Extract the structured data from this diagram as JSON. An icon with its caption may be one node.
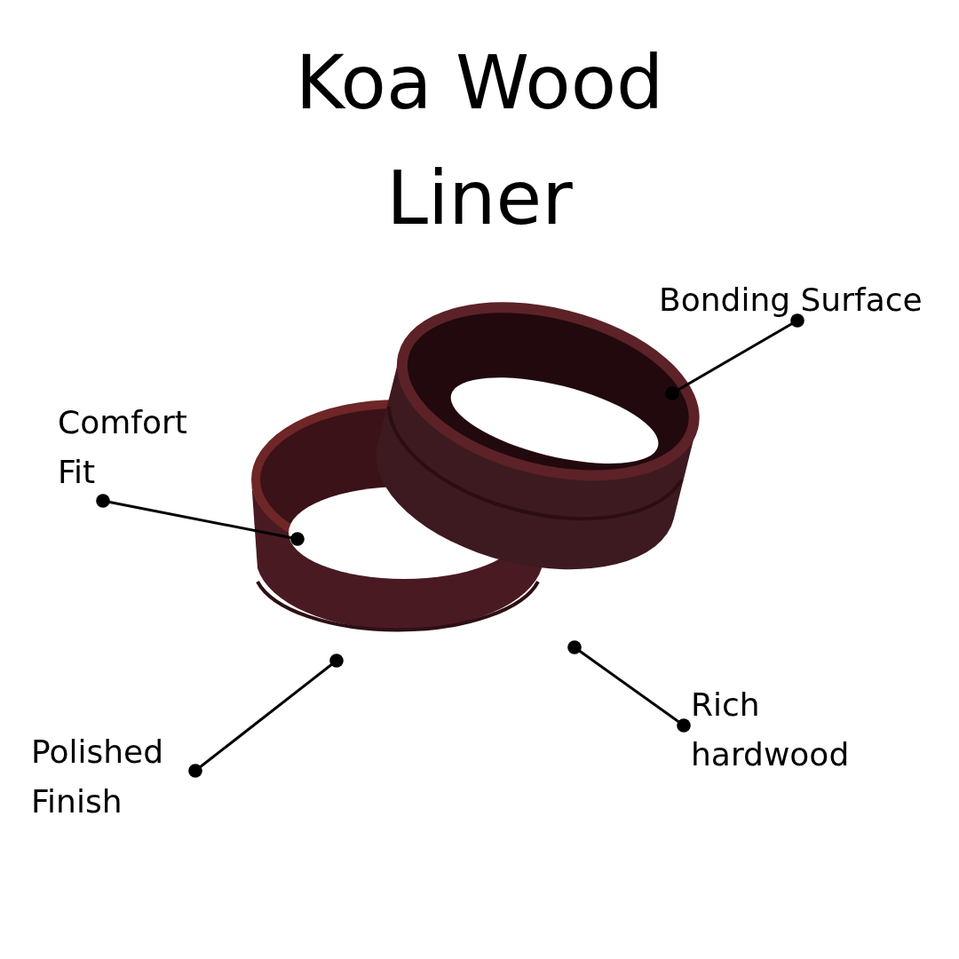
{
  "diagram": {
    "title": "Koa Wood Liner",
    "nodes": [
      {
        "text": [
          "Bonding Surface"
        ]
      },
      {
        "text": [
          "Comfort Fit"
        ]
      },
      {
        "text": [
          "Polished Finish"
        ]
      },
      {
        "text": [
          "Rich hardwood"
        ]
      },
      {
        "text": [],
        "shape": "picture"
      }
    ],
    "edges": [
      {
        "from": 0,
        "to": 4,
        "arrow": "other"
      },
      {
        "from": 1,
        "to": 4,
        "arrow": "other"
      },
      {
        "from": 2,
        "to": 4,
        "arrow": "other"
      },
      {
        "from": 3,
        "to": 4,
        "arrow": "other"
      }
    ]
  }
}
